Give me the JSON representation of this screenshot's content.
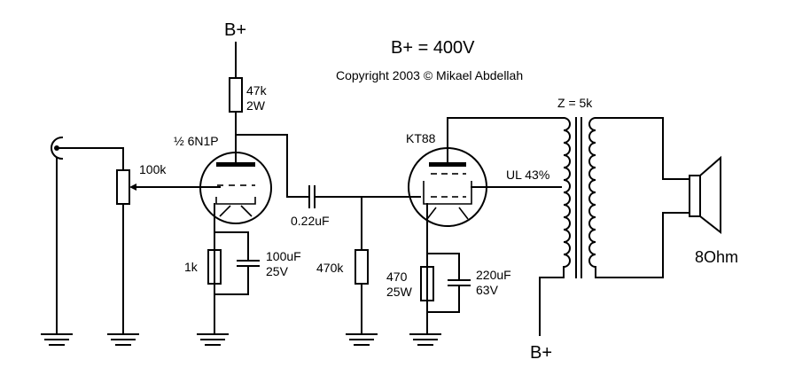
{
  "header": {
    "bplus_value": "B+ = 400V",
    "copyright": "Copyright 2003 © Mikael Abdellah"
  },
  "labels": {
    "bplus_top": "B+",
    "bplus_bottom": "B+",
    "r_plate_value": "47k",
    "r_plate_power": "2W",
    "tube1": "½ 6N1P",
    "pot": "100k",
    "r_cathode1": "1k",
    "c_cathode1_value": "100uF",
    "c_cathode1_voltage": "25V",
    "c_coupling": "0.22uF",
    "r_grid": "470k",
    "tube2": "KT88",
    "ul_tap": "UL 43%",
    "transformer_z": "Z = 5k",
    "r_cathode2_value": "470",
    "r_cathode2_power": "25W",
    "c_cathode2_value": "220uF",
    "c_cathode2_voltage": "63V",
    "speaker": "8Ohm"
  }
}
